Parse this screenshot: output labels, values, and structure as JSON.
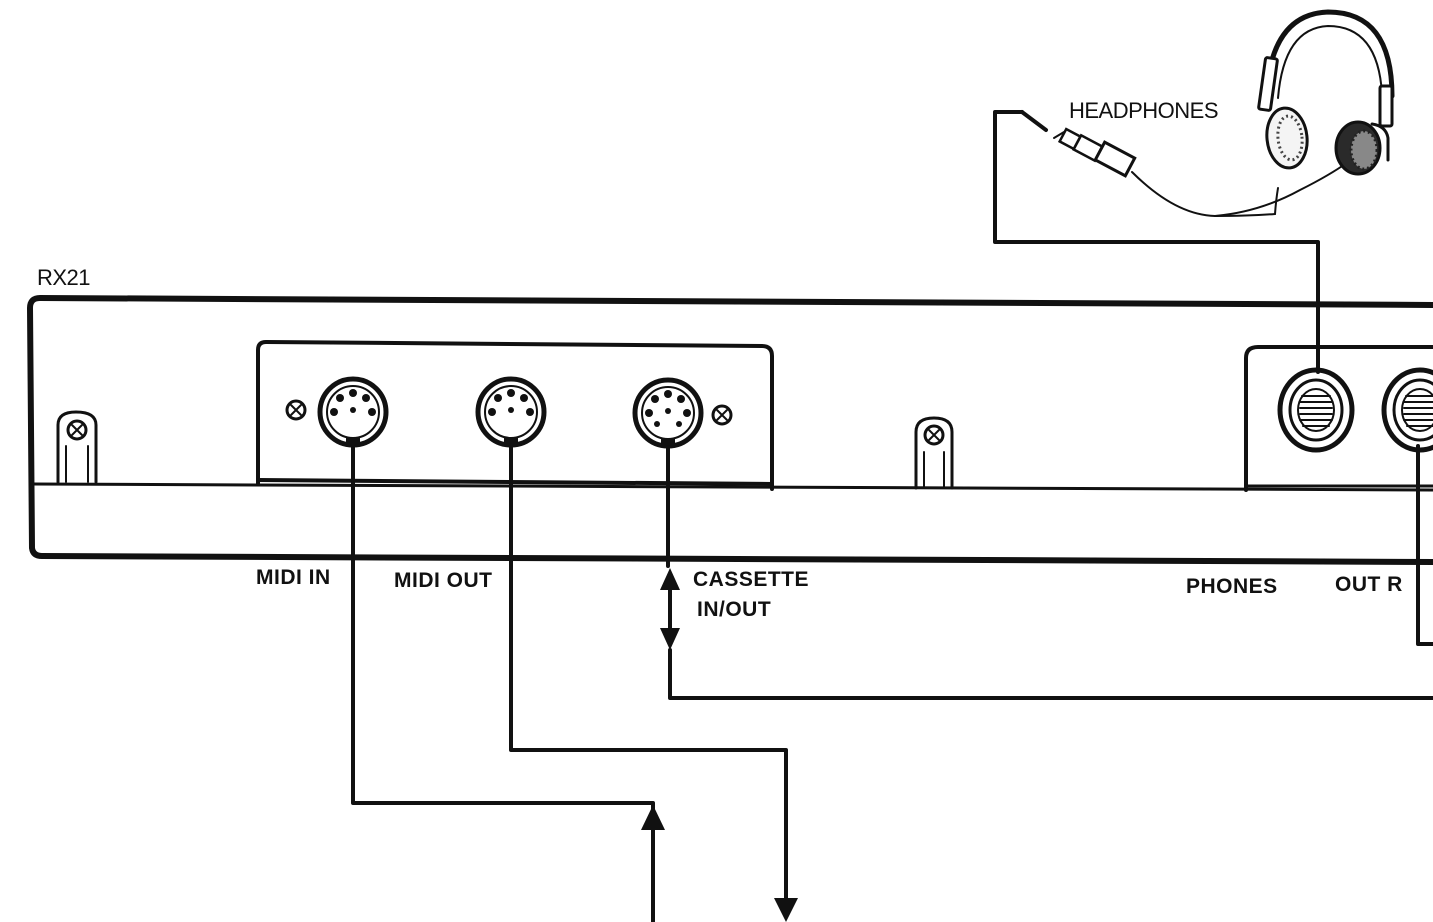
{
  "device": {
    "model": "RX21"
  },
  "labels": {
    "headphones": "HEADPHONES",
    "midi_in": "MIDI IN",
    "midi_out": "MIDI OUT",
    "cassette_line1": "CASSETTE",
    "cassette_line2": "IN/OUT",
    "phones": "PHONES",
    "out_r": "OUT R"
  },
  "icons": [
    "headphones-icon",
    "din-socket-icon",
    "phone-jack-icon",
    "screw-icon",
    "arrow-up-icon",
    "arrow-down-icon"
  ]
}
